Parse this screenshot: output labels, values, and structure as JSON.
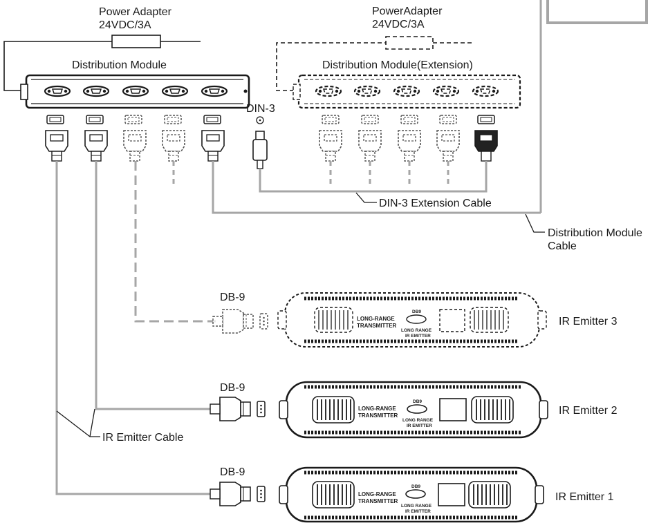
{
  "labels": {
    "power_adapter_1_line1": "Power Adapter",
    "power_adapter_1_line2": "24VDC/3A",
    "power_adapter_2_line1": "PowerAdapter",
    "power_adapter_2_line2": "24VDC/3A",
    "distribution_module": "Distribution Module",
    "distribution_module_ext": "Distribution Module(Extension)",
    "din3": "DIN-3",
    "din3_cable": "DIN-3 Extension Cable",
    "dist_cable_line1": "Distribution Module",
    "dist_cable_line2": "Cable",
    "db9_3": "DB-9",
    "db9_2": "DB-9",
    "db9_1": "DB-9",
    "ir_emitter_3": "IR Emitter 3",
    "ir_emitter_2": "IR Emitter 2",
    "ir_emitter_1": "IR Emitter 1",
    "ir_emitter_cable": "IR Emitter Cable"
  },
  "emitter_text": {
    "long_range": "LONG-RANGE",
    "transmitter": "TRANSMITTER",
    "db9_port": "DB9",
    "long_range_small": "LONG RANGE",
    "ir_emitter_small": "IR EMITTER"
  },
  "colors": {
    "line": "#1a1a1a",
    "cable_gray": "#a6a6a6",
    "background": "#ffffff"
  }
}
